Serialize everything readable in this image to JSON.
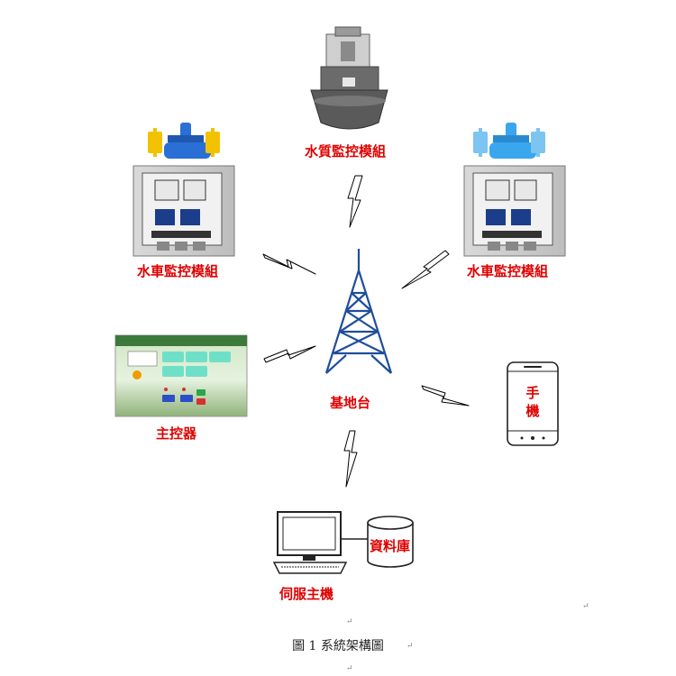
{
  "nodes": {
    "water_quality": "水質監控模組",
    "waterwheel_left": "水車監控模組",
    "waterwheel_right": "水車監控模組",
    "base_station": "基地台",
    "main_controller": "主控器",
    "phone": "手機",
    "server": "伺服主機",
    "database": "資料庫"
  },
  "caption": "圖 1  系統架構圖",
  "paragraph_mark": "↵",
  "colors": {
    "label": "#e00000",
    "tower": "#1f4e9a",
    "link": "#000000",
    "wheel_left": "#2a6fd6",
    "wheel_right": "#3aa6ee",
    "paddle_left": "#f2c200",
    "paddle_right": "#3aa6ee"
  }
}
